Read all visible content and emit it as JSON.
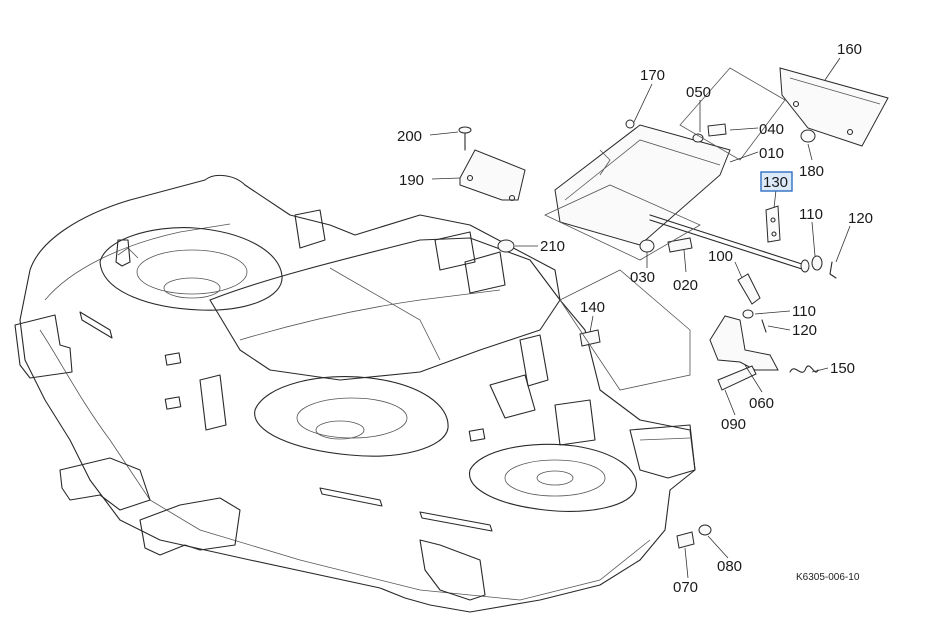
{
  "diagram": {
    "drawing_code": "K6305-006-10",
    "highlighted_callout": "130",
    "callouts": [
      {
        "id": "c160",
        "label": "160"
      },
      {
        "id": "c170",
        "label": "170"
      },
      {
        "id": "c050",
        "label": "050"
      },
      {
        "id": "c040",
        "label": "040"
      },
      {
        "id": "c200",
        "label": "200"
      },
      {
        "id": "c010",
        "label": "010"
      },
      {
        "id": "c180",
        "label": "180"
      },
      {
        "id": "c190",
        "label": "190"
      },
      {
        "id": "c130",
        "label": "130"
      },
      {
        "id": "c110a",
        "label": "110"
      },
      {
        "id": "c120a",
        "label": "120"
      },
      {
        "id": "c210",
        "label": "210"
      },
      {
        "id": "c100",
        "label": "100"
      },
      {
        "id": "c030",
        "label": "030"
      },
      {
        "id": "c020",
        "label": "020"
      },
      {
        "id": "c110b",
        "label": "110"
      },
      {
        "id": "c140",
        "label": "140"
      },
      {
        "id": "c120b",
        "label": "120"
      },
      {
        "id": "c150",
        "label": "150"
      },
      {
        "id": "c060",
        "label": "060"
      },
      {
        "id": "c090",
        "label": "090"
      },
      {
        "id": "c080",
        "label": "080"
      },
      {
        "id": "c070",
        "label": "070"
      }
    ]
  }
}
